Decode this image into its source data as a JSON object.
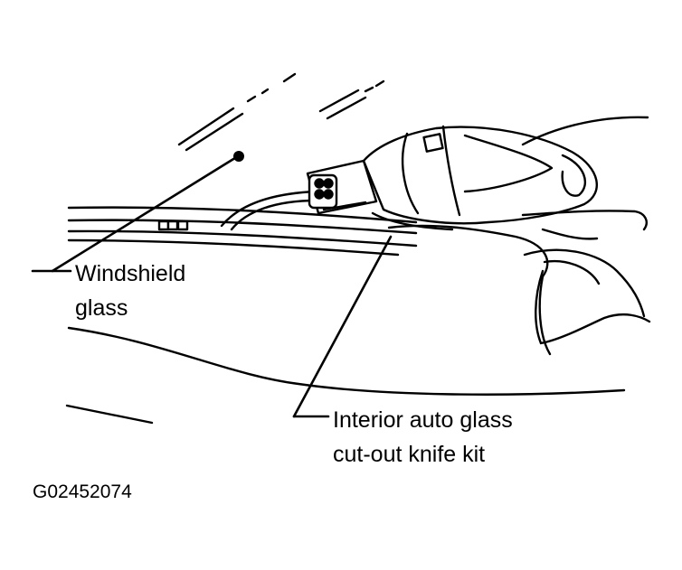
{
  "callouts": {
    "windshield": {
      "line1": "Windshield",
      "line2": "glass"
    },
    "knife_kit": {
      "line1": "Interior auto glass",
      "line2": "cut-out knife kit"
    }
  },
  "figure_id": "G02452074",
  "colors": {
    "ink": "#000000",
    "paper": "#ffffff"
  },
  "icons": {
    "tool": "cut-out-knife-tool-icon",
    "hand": "hand-icon",
    "glass": "windshield-glass-icon"
  }
}
